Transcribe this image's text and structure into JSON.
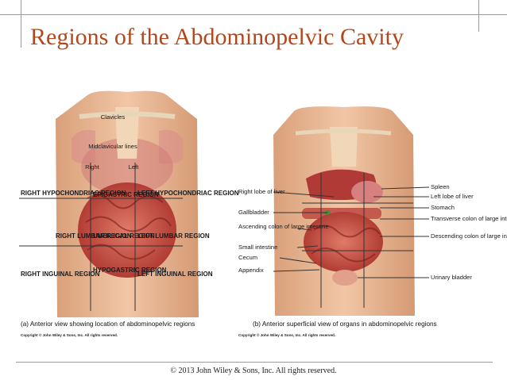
{
  "slide": {
    "title": "Regions of the Abdominopelvic Cavity",
    "footer": "© 2013 John Wiley & Sons, Inc. All rights reserved."
  },
  "figure_a": {
    "top_labels": [
      "Clavicles",
      "Midclavicular lines",
      "Right",
      "Left"
    ],
    "left_regions": [
      "RIGHT HYPOCHONDRIAC REGION",
      "RIGHT LUMBAR REGION",
      "RIGHT INGUINAL REGION"
    ],
    "center_regions": [
      "EPIGASTRIC REGION",
      "UMBILICAL REGION",
      "HYPOGASTRIC REGION"
    ],
    "right_regions": [
      "LEFT HYPOCHONDRIAC REGION",
      "LEFT LUMBAR REGION",
      "LEFT INGUINAL REGION"
    ],
    "caption": "(a) Anterior view showing location of abdominopelvic regions",
    "copyright": "Copyright © John Wiley & Sons, Inc. All rights reserved."
  },
  "figure_b": {
    "left_labels": [
      "Right lobe of liver",
      "Gallbladder",
      "Ascending colon of large intestine",
      "Small intestine",
      "Cecum",
      "Appendix"
    ],
    "right_labels": [
      "Spleen",
      "Left lobe of liver",
      "Stomach",
      "Transverse colon of large intestine",
      "Descending colon of large intestine",
      "Urinary bladder"
    ],
    "caption": "(b) Anterior superficial view of organs in abdominopelvic regions",
    "copyright": "Copyright © John Wiley & Sons, Inc. All rights reserved."
  },
  "colors": {
    "title": "#b3471b",
    "skin": "#e8b896",
    "organ": "#c8403a"
  }
}
